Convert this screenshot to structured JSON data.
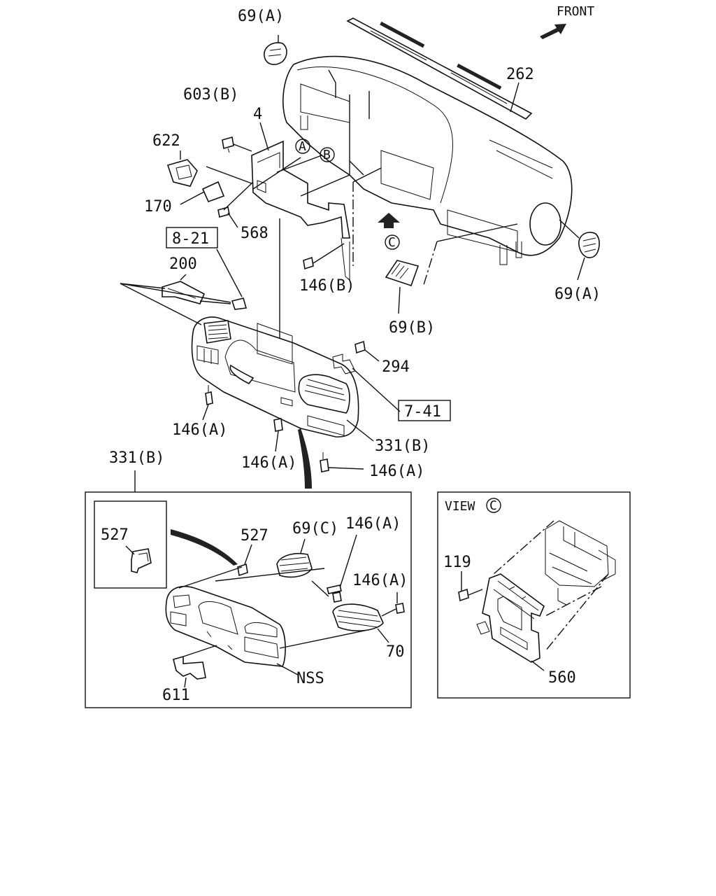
{
  "direction": {
    "front": "FRONT"
  },
  "refs": {
    "ref_8_21": "8-21",
    "ref_7_41": "7-41"
  },
  "circle_markers": {
    "a": "A",
    "b": "B",
    "c": "C"
  },
  "view": {
    "title": "VIEW",
    "marker": "C"
  },
  "parts": {
    "p69a_top": "69(A)",
    "p262": "262",
    "p603b": "603(B)",
    "p4": "4",
    "p622": "622",
    "p170": "170",
    "p568": "568",
    "p146b": "146(B)",
    "p200": "200",
    "p69a_right": "69(A)",
    "p69b": "69(B)",
    "p294": "294",
    "p146a_left": "146(A)",
    "p146a_mid": "146(A)",
    "p331b_right": "331(B)",
    "p146a_lower": "146(A)",
    "p331b_box": "331(B)",
    "p527_inset": "527",
    "p527": "527",
    "p69c": "69(C)",
    "p146a_box1": "146(A)",
    "p146a_box2": "146(A)",
    "p70": "70",
    "pNSS": "NSS",
    "p611": "611",
    "p119": "119",
    "p560": "560"
  }
}
